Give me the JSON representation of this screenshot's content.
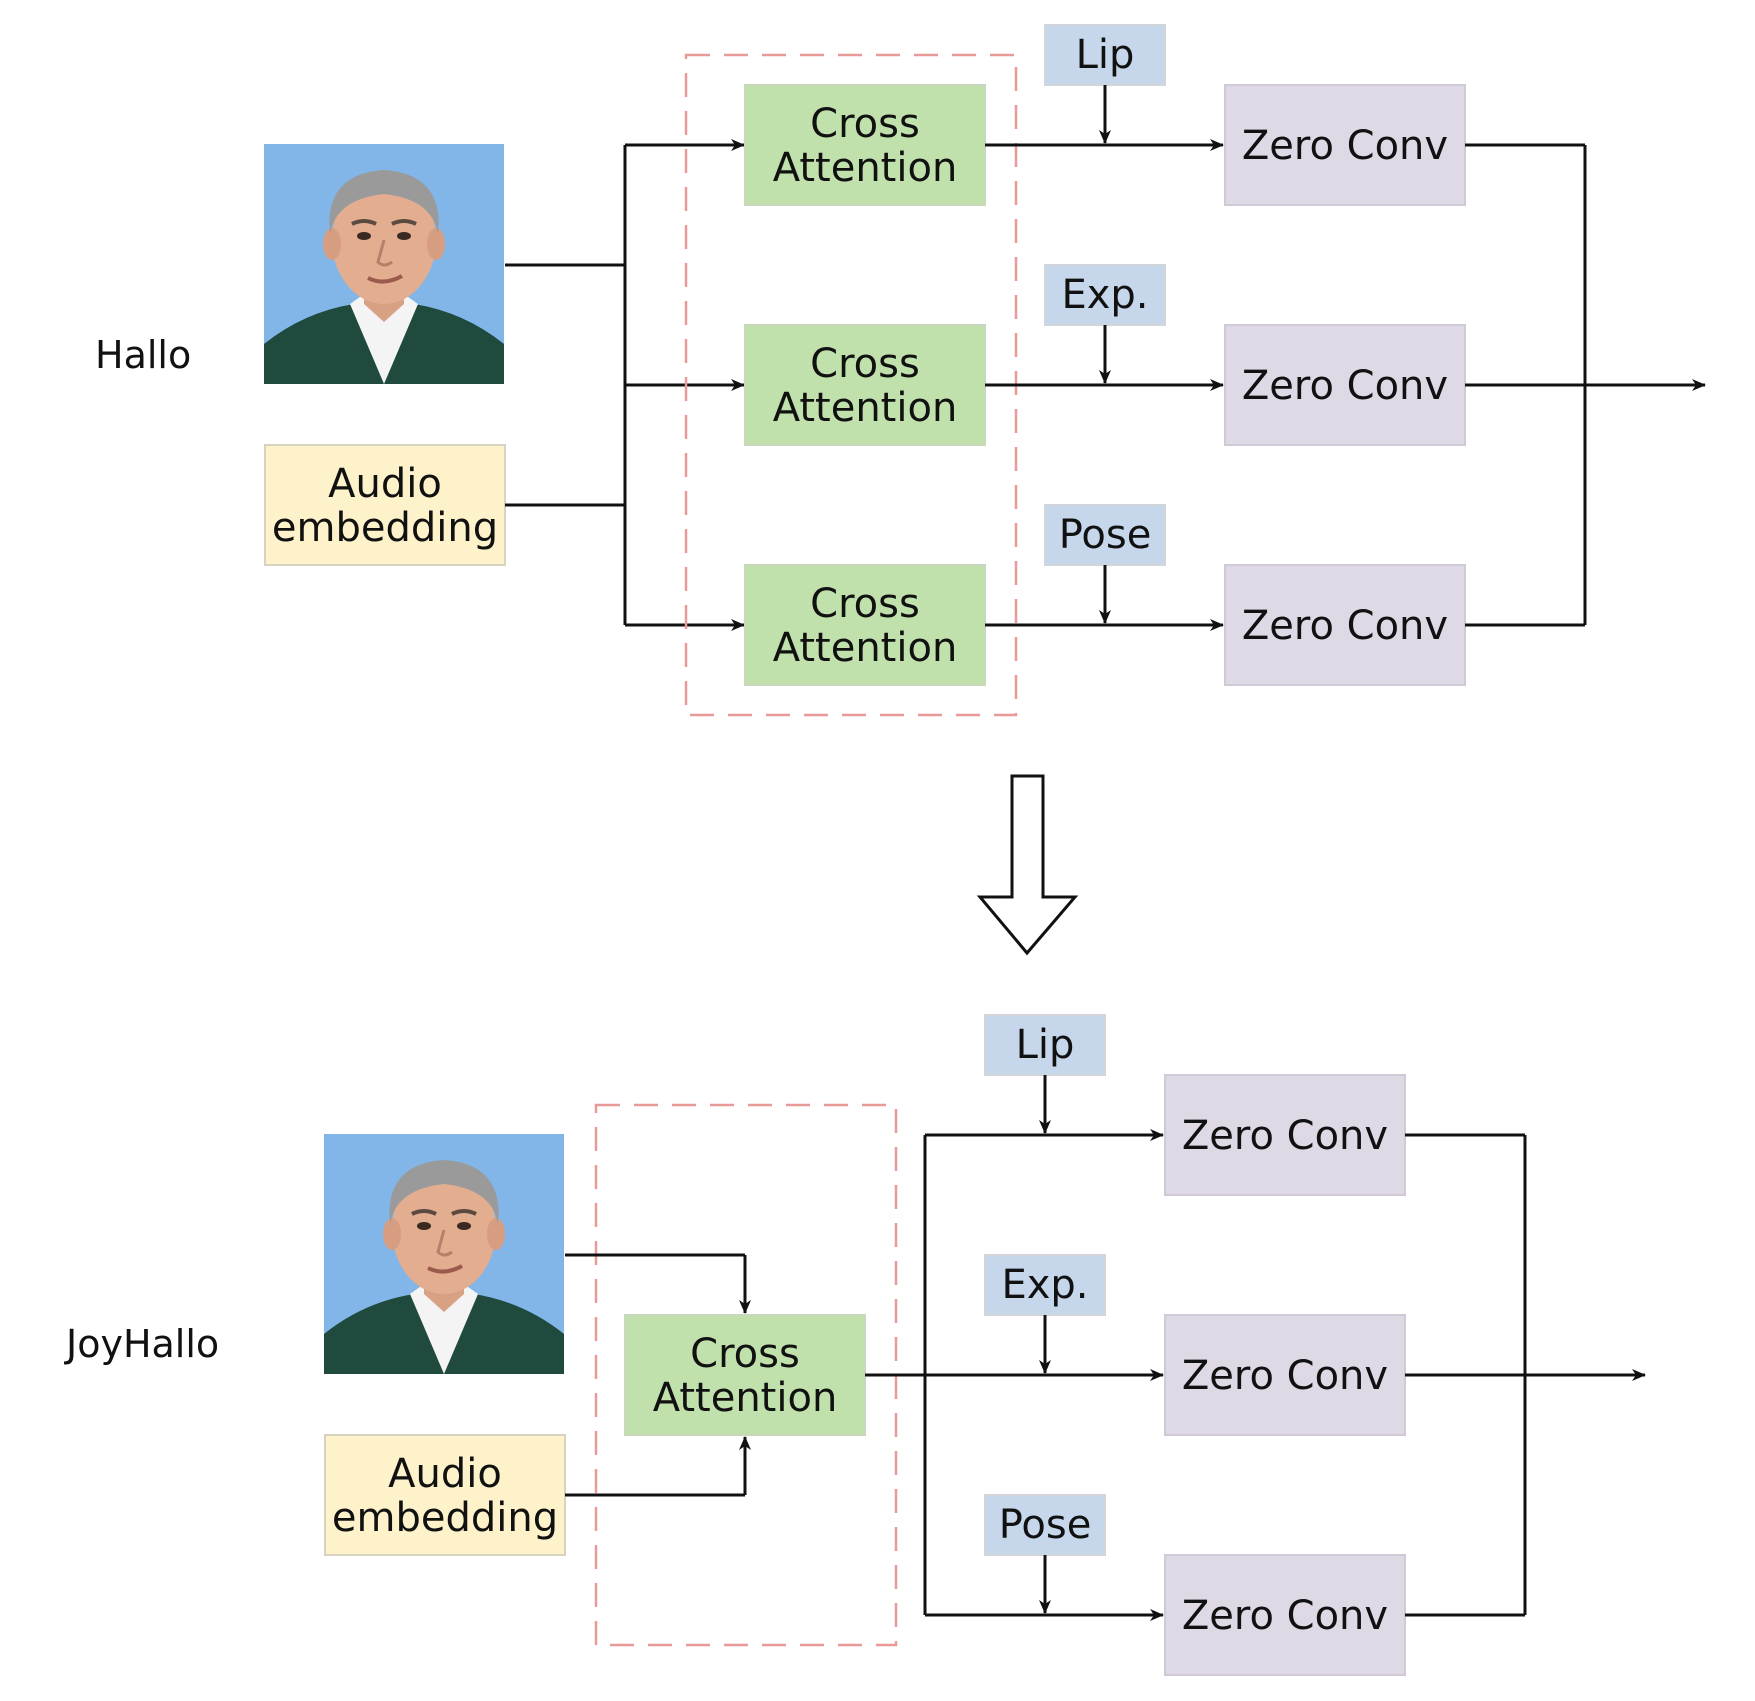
{
  "top_section": {
    "label": "Hallo",
    "audio_box": {
      "line1": "Audio",
      "line2": "embedding"
    },
    "cross_attention": [
      {
        "line1": "Cross",
        "line2": "Attention"
      },
      {
        "line1": "Cross",
        "line2": "Attention"
      },
      {
        "line1": "Cross",
        "line2": "Attention"
      }
    ],
    "conditions": [
      "Lip",
      "Exp.",
      "Pose"
    ],
    "zero_conv": [
      "Zero Conv",
      "Zero Conv",
      "Zero Conv"
    ]
  },
  "bottom_section": {
    "label": "JoyHallo",
    "audio_box": {
      "line1": "Audio",
      "line2": "embedding"
    },
    "cross_attention": {
      "line1": "Cross",
      "line2": "Attention"
    },
    "conditions": [
      "Lip",
      "Exp.",
      "Pose"
    ],
    "zero_conv": [
      "Zero Conv",
      "Zero Conv",
      "Zero Conv"
    ]
  },
  "colors": {
    "cross_attention_fill": "#c1e1ac",
    "zero_conv_fill": "#dfd9e6",
    "condition_fill": "#c6d7ec",
    "audio_fill": "#fdf2c9",
    "dashed_border": "#e89a98",
    "portrait_bg": "#82b5e8"
  },
  "icons": {
    "portrait": "portrait-photo",
    "transition_arrow": "hollow-down-arrow"
  }
}
